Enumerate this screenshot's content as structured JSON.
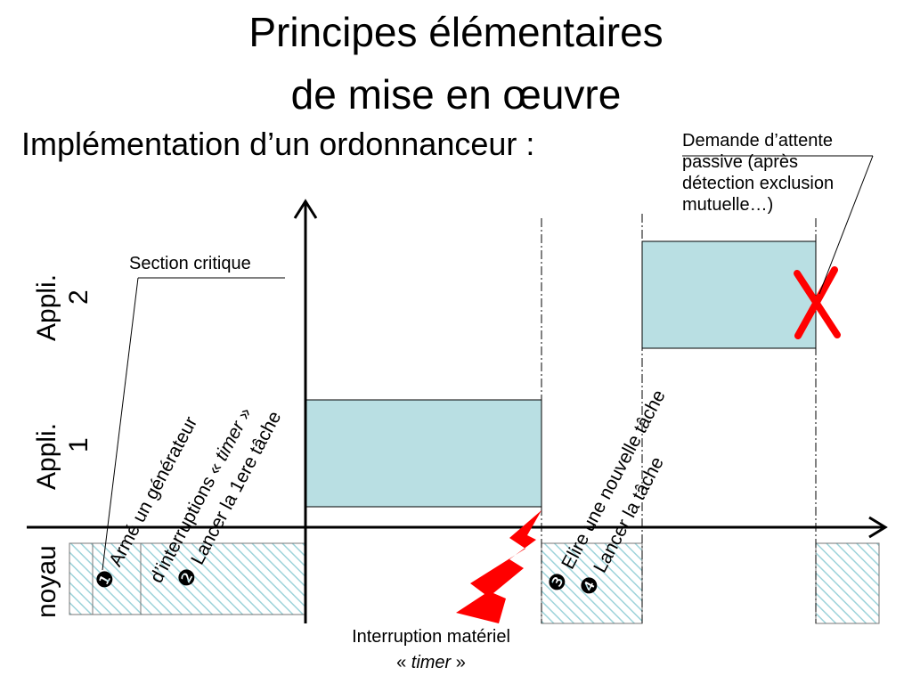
{
  "title": {
    "line1": "Principes élémentaires",
    "line2": "de mise en œuvre"
  },
  "subtitle": "Implémentation d’un ordonnanceur :",
  "callouts": {
    "waiting": [
      "Demande d’attente",
      "passive (après",
      "détection exclusion",
      "mutuelle…)"
    ],
    "critical": "Section critique"
  },
  "rows": {
    "appli2": [
      "Appli.",
      "2"
    ],
    "appli1": [
      "Appli.",
      "1"
    ],
    "kernel": "noyau"
  },
  "steps": {
    "s1": {
      "num": "❶",
      "text": "Armé un générateur"
    },
    "s1b": {
      "prefix": "d’interruptions « ",
      "italic": "timer",
      "suffix": " »"
    },
    "s2": {
      "num": "❷",
      "text": "Lancer la 1ere tâche"
    },
    "s3": {
      "num": "❸",
      "text": "Elire une nouvelle tâche"
    },
    "s4": {
      "num": "❹",
      "text": "Lancer la tâche"
    }
  },
  "interrupt": {
    "line1": "Interruption matériel",
    "prefix": "« ",
    "italic": "timer",
    "suffix": " »"
  },
  "colors": {
    "task_fill": "#b9dfe3",
    "hatch": "#9dd3da",
    "lightning": "#ff0000",
    "cross": "#ff0000",
    "ink": "#000000"
  }
}
